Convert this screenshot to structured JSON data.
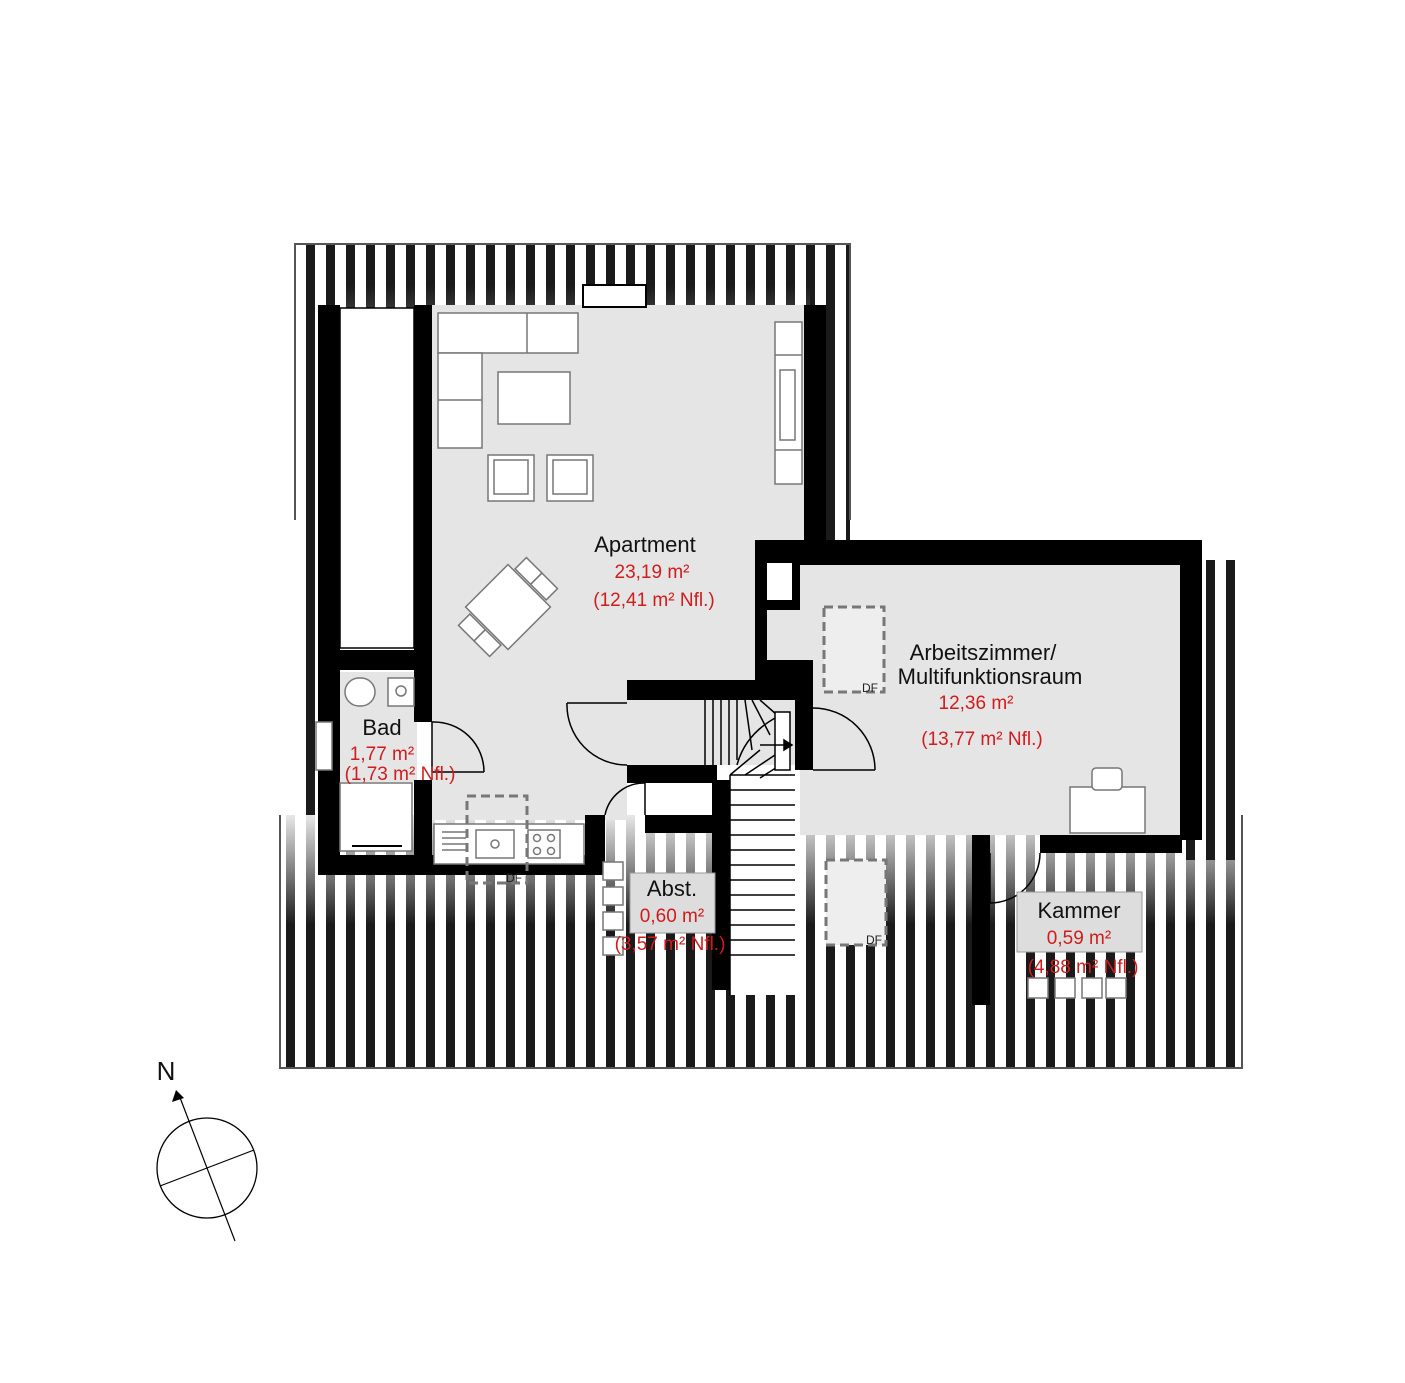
{
  "rooms": {
    "apartment": {
      "name": "Apartment",
      "area": "23,19 m²",
      "nfl": "(12,41 m² Nfl.)"
    },
    "arbeitszimmer": {
      "name_line1": "Arbeitszimmer/",
      "name_line2": "Multifunktionsraum",
      "area": "12,36 m²",
      "nfl": "(13,77 m² Nfl.)"
    },
    "bad": {
      "name": "Bad",
      "area": "1,77 m²",
      "nfl": "(1,73 m² Nfl.)"
    },
    "abst": {
      "name": "Abst.",
      "area": "0,60 m²",
      "nfl": "(3,57 m² Nfl.)"
    },
    "kammer": {
      "name": "Kammer",
      "area": "0,59 m²",
      "nfl": "(4,88 m² Nfl.)"
    }
  },
  "roof_windows": {
    "label": "DF"
  },
  "compass": {
    "label": "N"
  },
  "colors": {
    "wall": "#000000",
    "floor": "#e5e5e5",
    "area_text": "#d01c1c",
    "furniture_stroke": "#777777"
  }
}
